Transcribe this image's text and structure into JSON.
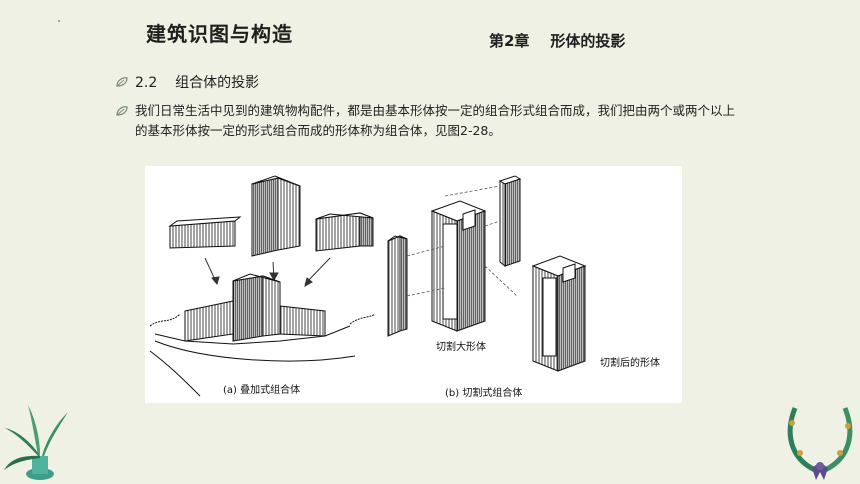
{
  "header": {
    "course_title": "建筑识图与构造",
    "chapter_title": "第2章    形体的投影"
  },
  "section": {
    "number_title": "2.2    组合体的投影"
  },
  "paragraph": {
    "text": "我们日常生活中见到的建筑物构配件，都是由基本形体按一定的组合形式组合而成，我们把由两个或两个以上的基本形体按一定的形式组合而成的形体称为组合体，见图2-28。"
  },
  "figure": {
    "label_a": "(a) 叠加式组合体",
    "label_b": "(b) 切割式组合体",
    "annotation_cut_big": "切割大形体",
    "annotation_after_cut": "切割后的形体"
  },
  "icons": {
    "bullet": "leaf-bullet-icon",
    "decor_left": "plant-vase-decoration",
    "decor_right": "wreath-decoration"
  },
  "colors": {
    "background": "#eef1e4",
    "bullet": "#7a8a7a",
    "leaf_green": "#2e7d5b",
    "ribbon": "#5b4b8a"
  }
}
